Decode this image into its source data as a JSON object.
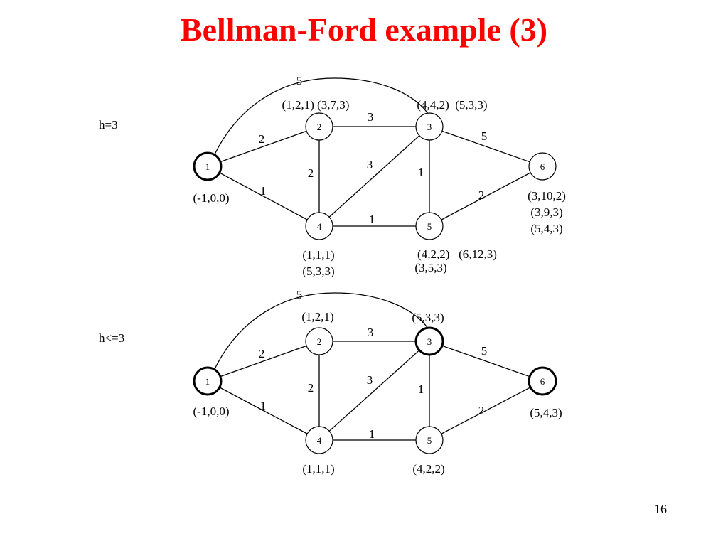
{
  "slide": {
    "title": "Bellman-Ford example (3)",
    "page_number": "16"
  },
  "diagrams": [
    {
      "h_label": "h=3",
      "nodes": [
        {
          "id": "1",
          "label": "1",
          "highlighted": true
        },
        {
          "id": "2",
          "label": "2",
          "highlighted": false
        },
        {
          "id": "3",
          "label": "3",
          "highlighted": false
        },
        {
          "id": "4",
          "label": "4",
          "highlighted": false
        },
        {
          "id": "5",
          "label": "5",
          "highlighted": false
        },
        {
          "id": "6",
          "label": "6",
          "highlighted": false
        }
      ],
      "edges": [
        {
          "from": "1",
          "to": "2",
          "weight": "2"
        },
        {
          "from": "1",
          "to": "4",
          "weight": "1"
        },
        {
          "from": "1",
          "to": "3",
          "weight": "5"
        },
        {
          "from": "2",
          "to": "3",
          "weight": "3"
        },
        {
          "from": "2",
          "to": "4",
          "weight": "2"
        },
        {
          "from": "4",
          "to": "3",
          "weight": "3"
        },
        {
          "from": "4",
          "to": "5",
          "weight": "1"
        },
        {
          "from": "3",
          "to": "5",
          "weight": "1"
        },
        {
          "from": "3",
          "to": "6",
          "weight": "5"
        },
        {
          "from": "5",
          "to": "6",
          "weight": "2"
        }
      ],
      "node_labels": {
        "1": [
          "(-1,0,0)"
        ],
        "2": [
          "(1,2,1) (3,7,3)"
        ],
        "3": [
          "(4,4,2)  (5,3,3)"
        ],
        "4": [
          "(1,1,1)",
          "(5,3,3)"
        ],
        "5": [
          "(4,2,2)   (6,12,3)",
          "(3,5,3)"
        ],
        "6": [
          "(3,10,2)",
          "(3,9,3)",
          "(5,4,3)"
        ]
      }
    },
    {
      "h_label": "h<=3",
      "nodes": [
        {
          "id": "1",
          "label": "1",
          "highlighted": true
        },
        {
          "id": "2",
          "label": "2",
          "highlighted": false
        },
        {
          "id": "3",
          "label": "3",
          "highlighted": true
        },
        {
          "id": "4",
          "label": "4",
          "highlighted": false
        },
        {
          "id": "5",
          "label": "5",
          "highlighted": false
        },
        {
          "id": "6",
          "label": "6",
          "highlighted": true
        }
      ],
      "edges": [
        {
          "from": "1",
          "to": "2",
          "weight": "2"
        },
        {
          "from": "1",
          "to": "4",
          "weight": "1"
        },
        {
          "from": "1",
          "to": "3",
          "weight": "5"
        },
        {
          "from": "2",
          "to": "3",
          "weight": "3"
        },
        {
          "from": "2",
          "to": "4",
          "weight": "2"
        },
        {
          "from": "4",
          "to": "3",
          "weight": "3"
        },
        {
          "from": "4",
          "to": "5",
          "weight": "1"
        },
        {
          "from": "3",
          "to": "5",
          "weight": "1"
        },
        {
          "from": "3",
          "to": "6",
          "weight": "5"
        },
        {
          "from": "5",
          "to": "6",
          "weight": "2"
        }
      ],
      "node_labels": {
        "1": [
          "(-1,0,0)"
        ],
        "2": [
          "(1,2,1)"
        ],
        "3": [
          "(5,3,3)"
        ],
        "4": [
          "(1,1,1)"
        ],
        "5": [
          "(4,2,2)"
        ],
        "6": [
          "(5,4,3)"
        ]
      }
    }
  ]
}
